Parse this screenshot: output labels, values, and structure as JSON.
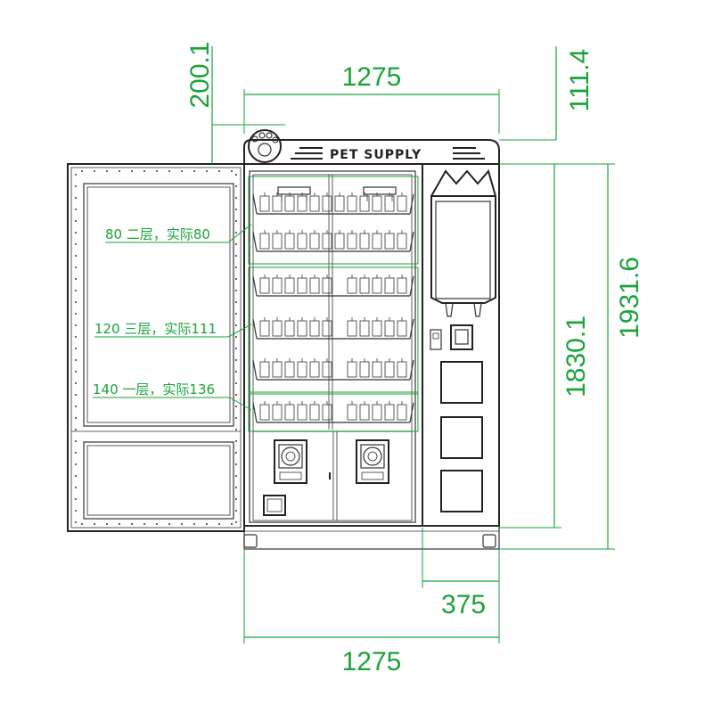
{
  "brand_text": "PET SUPPLY",
  "dimensions": {
    "top_width": "1275",
    "bottom_width": "1275",
    "top_gap": "200.1",
    "top_offset_right": "111.4",
    "height_body": "1830.1",
    "height_total": "1931.6",
    "side_width": "375"
  },
  "notes": {
    "layer2": "80 二层，实际80",
    "layer3": "120 三层，实际111",
    "layer1": "140 一层，实际136"
  },
  "colors": {
    "dimension": "#1aa33a",
    "linework": "#333333"
  },
  "icons": {
    "logo": "paw-icon"
  }
}
